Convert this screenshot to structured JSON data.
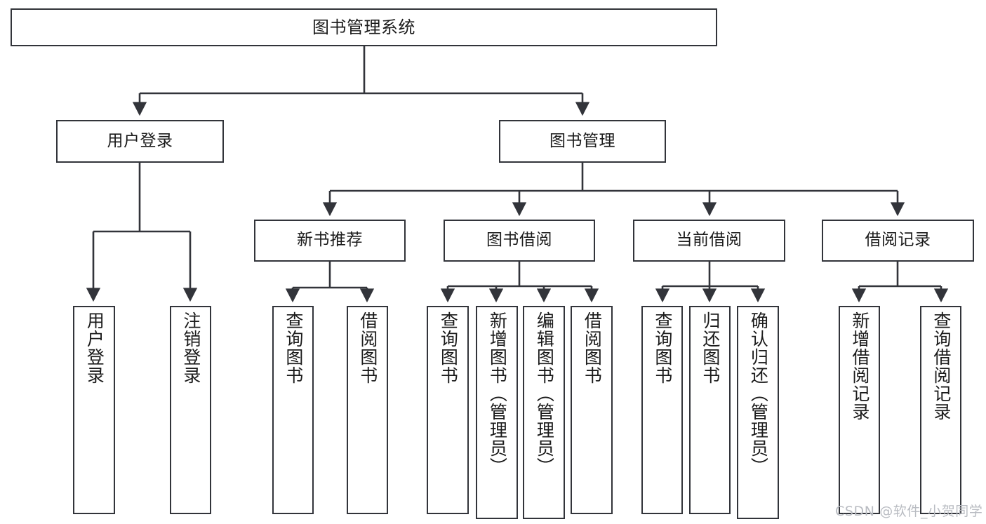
{
  "diagram": {
    "title": "图书管理系统",
    "type": "hierarchy-tree",
    "watermark": "CSDN @软件_小贺同学",
    "colors": {
      "stroke": "#32343a",
      "fill": "#ffffff",
      "text": "#1b1b1b",
      "watermark": "#b9bcc2"
    },
    "nodes": {
      "root": {
        "label": "图书管理系统"
      },
      "level2": [
        {
          "label": "用户登录"
        },
        {
          "label": "图书管理"
        }
      ],
      "level3": [
        {
          "label": "新书推荐"
        },
        {
          "label": "图书借阅"
        },
        {
          "label": "当前借阅"
        },
        {
          "label": "借阅记录"
        }
      ],
      "leaves": {
        "user_login": [
          {
            "label": "用户登录"
          },
          {
            "label": "注销登录"
          }
        ],
        "new_book": [
          {
            "label": "查询图书"
          },
          {
            "label": "借阅图书"
          }
        ],
        "book_borrow": [
          {
            "label": "查询图书"
          },
          {
            "label": "新增图书（管理员）"
          },
          {
            "label": "编辑图书（管理员）"
          },
          {
            "label": "借阅图书"
          }
        ],
        "current_borrow": [
          {
            "label": "查询图书"
          },
          {
            "label": "归还图书"
          },
          {
            "label": "确认归还（管理员）"
          }
        ],
        "borrow_record": [
          {
            "label": "新增借阅记录"
          },
          {
            "label": "查询借阅记录"
          }
        ]
      }
    }
  }
}
